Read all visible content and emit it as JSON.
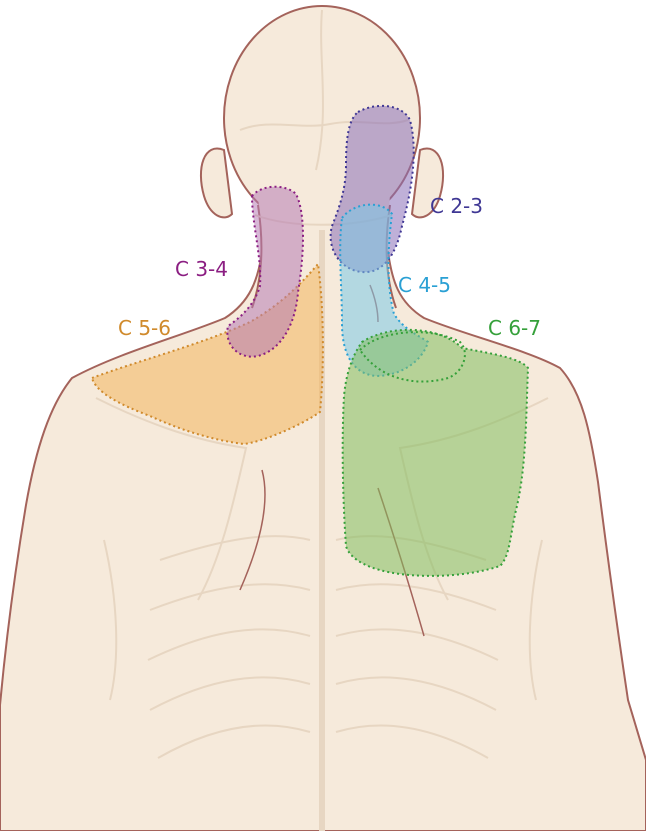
{
  "colors": {
    "skin": "#f6eadb",
    "outline": "#a4635b",
    "anatomy_line": "#e7d6c2",
    "C 2-3": "#3f3794",
    "C 3-4": "#8b1e82",
    "C 4-5": "#2aa0d4",
    "C 5-6": "#d08a2c",
    "C 6-7": "#35a03a"
  },
  "zones": [
    {
      "id": "c23",
      "label": "C 2-3",
      "color": "#3f3794",
      "fill": "#8a6fb8"
    },
    {
      "id": "c34",
      "label": "C 3-4",
      "color": "#8b1e82",
      "fill": "#b77bb5"
    },
    {
      "id": "c45",
      "label": "C 4-5",
      "color": "#2aa0d4",
      "fill": "#7cc9e6"
    },
    {
      "id": "c56",
      "label": "C 5-6",
      "color": "#d08a2c",
      "fill": "#f2b45c"
    },
    {
      "id": "c67",
      "label": "C 6-7",
      "color": "#35a03a",
      "fill": "#82bd5e"
    }
  ]
}
